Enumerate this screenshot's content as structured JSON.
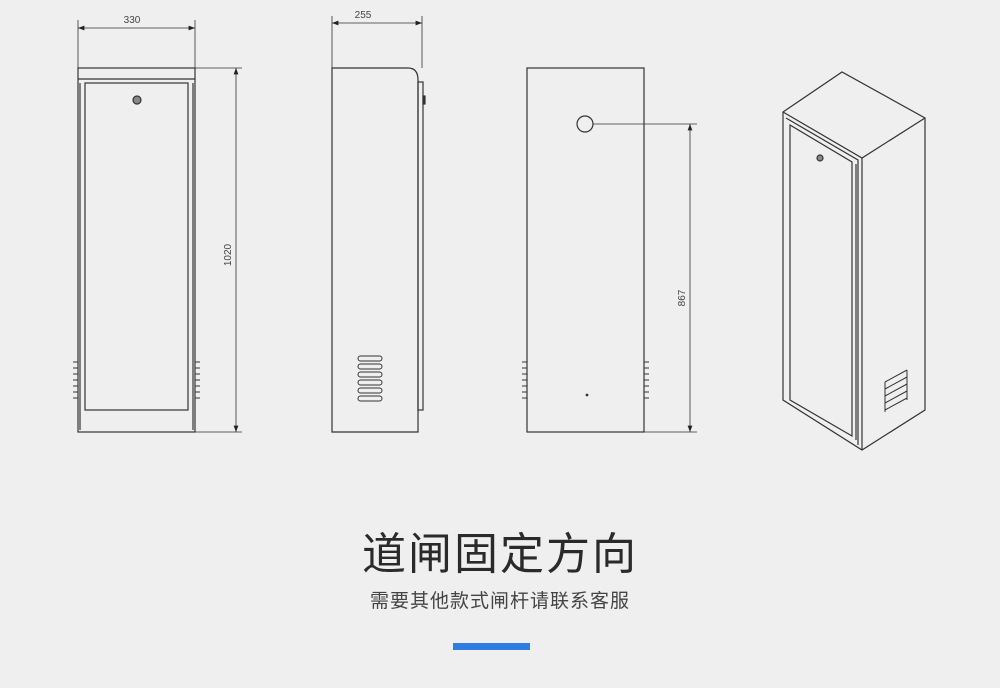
{
  "drawing": {
    "front_width_label": "330",
    "side_depth_label": "255",
    "height_label": "1020",
    "lock_height_label": "867"
  },
  "caption": {
    "title": "道闸固定方向",
    "subtitle": "需要其他款式闸杆请联系客服"
  },
  "colors": {
    "accent_bar": "#2f7de1",
    "background": "#efefef",
    "line": "#333333"
  }
}
